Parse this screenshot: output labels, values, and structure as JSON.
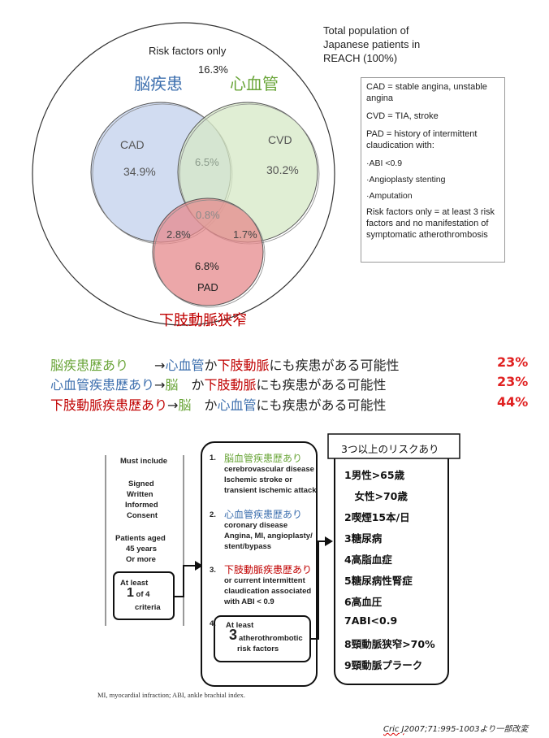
{
  "venn": {
    "top_right_note": [
      "Total population of",
      "Japanese patients in",
      "REACH (100%)"
    ],
    "risk_only_label": "Risk factors only",
    "risk_only_pct": "16.3%",
    "jp_brain": "脳疾患",
    "jp_heart": "心血管",
    "jp_leg": "下肢動脈狭窄",
    "cad_label": "CAD",
    "cad_pct": "34.9%",
    "cvd_label": "CVD",
    "cvd_pct": "30.2%",
    "cad_cvd_pct": "6.5%",
    "center_pct": "0.8%",
    "cad_pad_pct": "2.8%",
    "cvd_pad_pct": "1.7%",
    "pad_pct": "6.8%",
    "pad_label": "PAD",
    "colors": {
      "cad": "#c9d6ee",
      "cvd": "#d6e8c6",
      "pad": "#e58a8c",
      "blue": "#3d6fae",
      "green": "#6aa539",
      "red": "#c00000"
    }
  },
  "legend": {
    "cad_def": "CAD = stable angina, unstable angina",
    "cvd_def": "CVD = TIA, stroke",
    "pad_def": "PAD = history of intermittent claudication with:",
    "pad_items": [
      "·ABI <0.9",
      "·Angioplasty stenting",
      "·Amputation"
    ],
    "risk_def": "Risk factors only = at least 3 risk factors and no manifestation of symptomatic atherothrombosis"
  },
  "statements": [
    {
      "a": "脳疾患歴あり",
      "arrow": "　　→",
      "b": "心血管",
      "ka": "か",
      "c": "下肢動脈",
      "rest": "にも疾患がある可能性",
      "pct": "23%"
    },
    {
      "a": "心血管疾患歴あり",
      "arrow": "→",
      "b": "脳",
      "ka": "　か",
      "c": "下肢動脈",
      "rest": "にも疾患がある可能性",
      "pct": "23%"
    },
    {
      "a": "下肢動脈疾患歴あり",
      "arrow": "→",
      "b": "脳",
      "ka": "　か",
      "c": "心血管",
      "rest": "にも疾患がある可能性",
      "pct": "44%"
    }
  ],
  "criteria": {
    "must_include": "Must include",
    "signed": [
      "Signed",
      "Written",
      "Informed",
      "Consent"
    ],
    "aged": [
      "Patients aged",
      "45 years",
      "Or more"
    ],
    "at_least_1_a": "At least",
    "at_least_1_num": "1",
    "at_least_1_of": "of 4",
    "at_least_1_b": "criteria",
    "c1_num": "1.",
    "c1_jp": "脳血管疾患歴あり",
    "c1_en": [
      "cerebrovascular disease",
      "Ischemic stroke or",
      "transient ischemic attack"
    ],
    "c2_num": "2.",
    "c2_jp": "心血管疾患歴あり",
    "c2_en": [
      "coronary disease",
      "Angina, MI, angioplasty/",
      "stent/bypass"
    ],
    "c3_num": "3.",
    "c3_jp": "下肢動脈疾患歴あり",
    "c3_en": [
      "or current intermittent",
      "claudication associated",
      "with ABI < 0.9"
    ],
    "c4_num": "4.",
    "c4_a": "At least",
    "c4_big": "3",
    "c4_b": "atherothrombotic",
    "c4_c": "risk factors",
    "footnote": "MI, myocardial infraction; ABI, ankle brachial index."
  },
  "risk": {
    "header": "3つ以上のリスクあり",
    "items": [
      "1男性>65歳",
      "　女性>70歳",
      "2喫煙15本/日",
      "3糖尿病",
      "4高脂血症",
      "5糖尿病性腎症",
      "6高血圧",
      "7ABI<0.9",
      "8頸動脈狭窄>70%",
      "9頸動脈プラーク"
    ]
  },
  "citation": {
    "journal": "Cric J",
    "rest": "2007;71:995-1003より一部改変"
  }
}
